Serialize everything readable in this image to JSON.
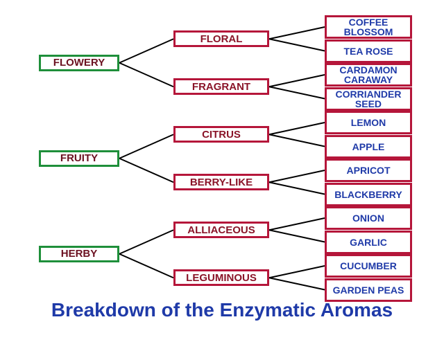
{
  "diagram": {
    "title": "Breakdown of the Enzymatic Aromas",
    "colors": {
      "level1_border": "#1e8f3a",
      "level1_text": "#6b1020",
      "level2_border": "#b5163a",
      "level2_text": "#8a1428",
      "level3_border": "#b5163a",
      "level3_text": "#1f3aa8",
      "connector": "#000000",
      "title": "#1f3aa8"
    },
    "groups": [
      {
        "label": "FLOWERY",
        "subgroups": [
          {
            "label": "FLORAL",
            "items": [
              "COFFEE\nBLOSSOM",
              "TEA ROSE"
            ]
          },
          {
            "label": "FRAGRANT",
            "items": [
              "CARDAMON\nCARAWAY",
              "CORRIANDER\nSEED"
            ]
          }
        ]
      },
      {
        "label": "FRUITY",
        "subgroups": [
          {
            "label": "CITRUS",
            "items": [
              "LEMON",
              "APPLE"
            ]
          },
          {
            "label": "BERRY-LIKE",
            "items": [
              "APRICOT",
              "BLACKBERRY"
            ]
          }
        ]
      },
      {
        "label": "HERBY",
        "subgroups": [
          {
            "label": "ALLIACEOUS",
            "items": [
              "ONION",
              "GARLIC"
            ]
          },
          {
            "label": "LEGUMINOUS",
            "items": [
              "CUCUMBER",
              "GARDEN PEAS"
            ]
          }
        ]
      }
    ]
  }
}
